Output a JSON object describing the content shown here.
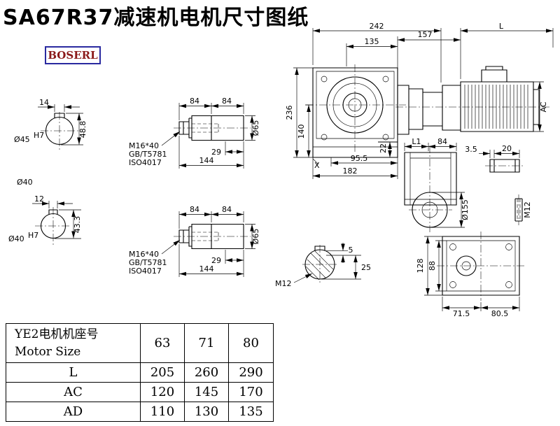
{
  "page": {
    "title": "SA67R37减速机电机尺寸图纸",
    "brand": "BOSERL",
    "brand_color": "#8B1A1A",
    "brand_border_color": "#2A2AA0",
    "line_color": "#000000",
    "background_color": "#FFFFFF"
  },
  "front_view": {
    "overall_width": "242",
    "flange_width": "135",
    "adapter_length": "157",
    "motor_length": "L",
    "overall_height": "236",
    "center_height": "140",
    "foot_height": "22",
    "back_length": "95.5",
    "base_length": "182",
    "motor_diameter": "AC",
    "x_mark": "X"
  },
  "bore_section_1": {
    "keyway_width": "14",
    "bore_dia": "Ø45",
    "bore_tol": "H7",
    "keyway_depth": "48.8",
    "note_dia": "Ø40"
  },
  "bore_section_2": {
    "keyway_width": "12",
    "bore_dia": "Ø40",
    "bore_tol": "H7",
    "keyway_depth": "43.3"
  },
  "shaft_detail_1": {
    "seg_a": "84",
    "seg_b": "84",
    "bolt": "M16*40",
    "standard_1": "GB/T5781",
    "standard_2": "ISO4017",
    "thread_length": "29",
    "total_length": "144",
    "shaft_dia": "Ø65"
  },
  "shaft_detail_2": {
    "seg_a": "84",
    "seg_b": "84",
    "bolt": "M16*40",
    "standard_1": "GB/T5781",
    "standard_2": "ISO4017",
    "thread_length": "29",
    "total_length": "144",
    "shaft_dia": "Ø65"
  },
  "side_view": {
    "dim_l1": "L1",
    "dim_84": "84",
    "washer_thk": "3.5",
    "bolt_len": "20",
    "flange_dia": "Ø155",
    "thread": "M12"
  },
  "bottom_view": {
    "overall_depth": "128",
    "inner_depth": "88",
    "foot_x1": "71.5",
    "foot_x2": "80.5"
  },
  "key_section": {
    "key_height": "5",
    "key_depth": "25",
    "thread": "M12"
  },
  "table": {
    "header_cn": "YE2电机机座号",
    "header_en": "Motor Size",
    "sizes": [
      "63",
      "71",
      "80"
    ],
    "rows": [
      {
        "label": "L",
        "values": [
          "205",
          "260",
          "290"
        ]
      },
      {
        "label": "AC",
        "values": [
          "120",
          "145",
          "170"
        ]
      },
      {
        "label": "AD",
        "values": [
          "110",
          "130",
          "135"
        ]
      }
    ]
  }
}
